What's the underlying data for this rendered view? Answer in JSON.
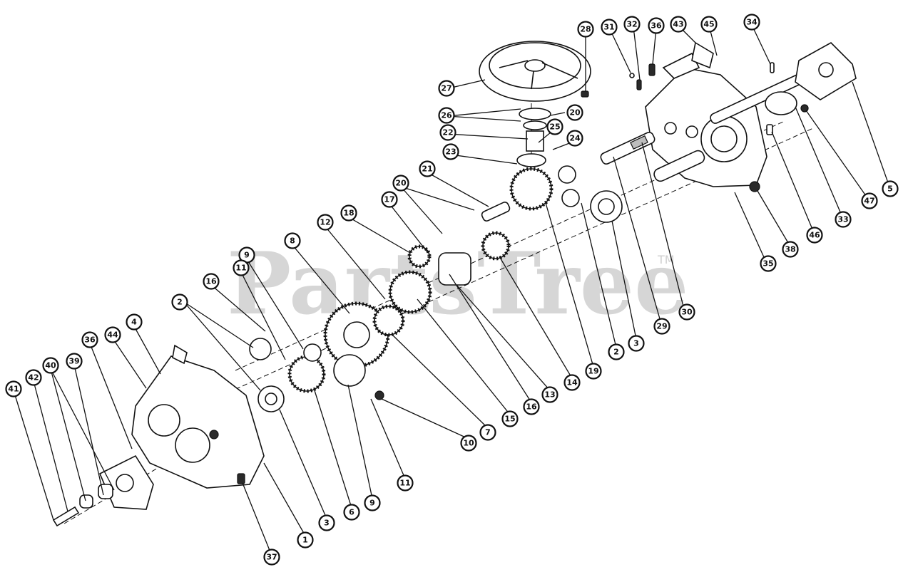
{
  "watermark": {
    "text": "PartsTree",
    "trademark": "TM"
  },
  "callouts": [
    {
      "label": "1"
    },
    {
      "label": "2"
    },
    {
      "label": "2"
    },
    {
      "label": "3"
    },
    {
      "label": "3"
    },
    {
      "label": "4"
    },
    {
      "label": "5"
    },
    {
      "label": "6"
    },
    {
      "label": "7"
    },
    {
      "label": "8"
    },
    {
      "label": "9"
    },
    {
      "label": "9"
    },
    {
      "label": "10"
    },
    {
      "label": "11"
    },
    {
      "label": "11"
    },
    {
      "label": "12"
    },
    {
      "label": "13"
    },
    {
      "label": "14"
    },
    {
      "label": "15"
    },
    {
      "label": "16"
    },
    {
      "label": "16"
    },
    {
      "label": "17"
    },
    {
      "label": "18"
    },
    {
      "label": "19"
    },
    {
      "label": "20"
    },
    {
      "label": "20"
    },
    {
      "label": "21"
    },
    {
      "label": "22"
    },
    {
      "label": "23"
    },
    {
      "label": "24"
    },
    {
      "label": "25"
    },
    {
      "label": "26"
    },
    {
      "label": "27"
    },
    {
      "label": "28"
    },
    {
      "label": "29"
    },
    {
      "label": "30"
    },
    {
      "label": "31"
    },
    {
      "label": "32"
    },
    {
      "label": "33"
    },
    {
      "label": "34"
    },
    {
      "label": "35"
    },
    {
      "label": "36"
    },
    {
      "label": "36"
    },
    {
      "label": "37"
    },
    {
      "label": "38"
    },
    {
      "label": "39"
    },
    {
      "label": "40"
    },
    {
      "label": "41"
    },
    {
      "label": "42"
    },
    {
      "label": "43"
    },
    {
      "label": "44"
    },
    {
      "label": "45"
    },
    {
      "label": "46"
    },
    {
      "label": "47"
    }
  ]
}
